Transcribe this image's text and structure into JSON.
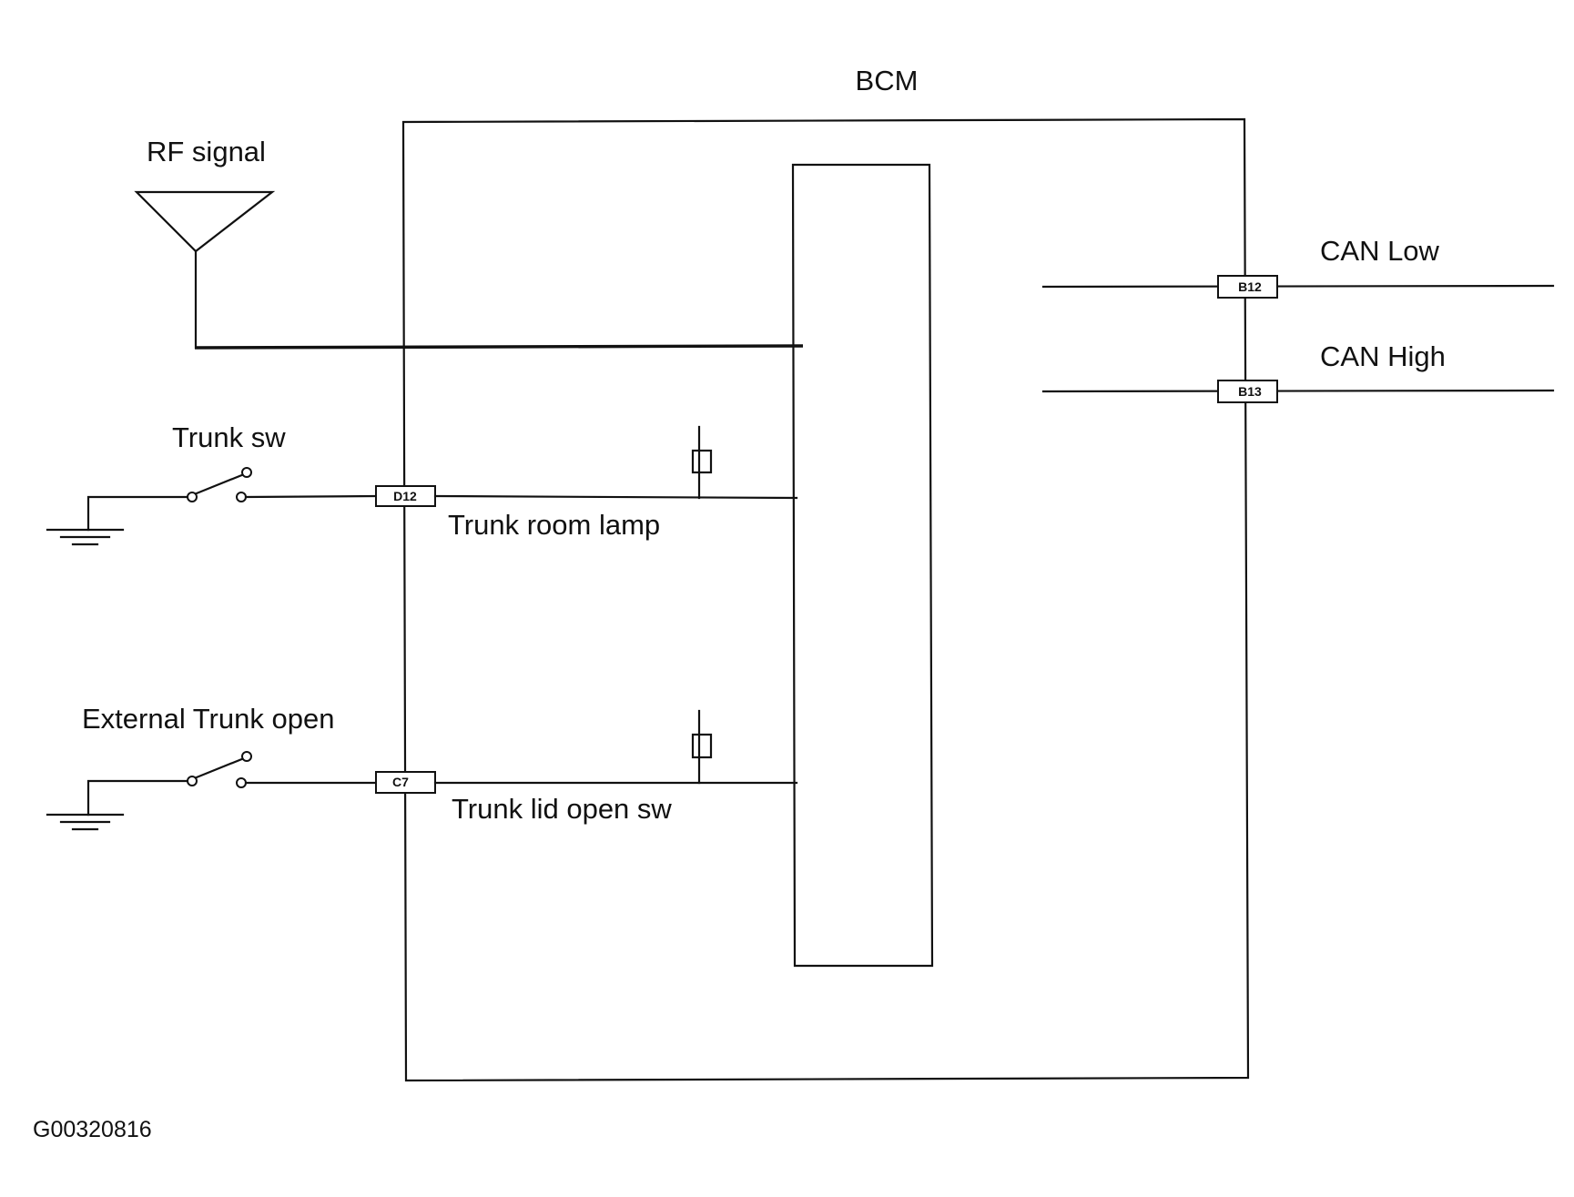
{
  "diagram": {
    "module_label": "BCM",
    "antenna_label": "RF signal",
    "trunk_sw_label": "Trunk sw",
    "trunk_room_lamp_label": "Trunk room lamp",
    "external_trunk_open_label": "External Trunk open",
    "trunk_lid_open_sw_label": "Trunk lid open sw",
    "can_low_label": "CAN Low",
    "can_high_label": "CAN High",
    "connectors": {
      "d12": "D12",
      "c7": "C7",
      "b12": "B12",
      "b13": "B13"
    },
    "figure_id": "G00320816"
  }
}
